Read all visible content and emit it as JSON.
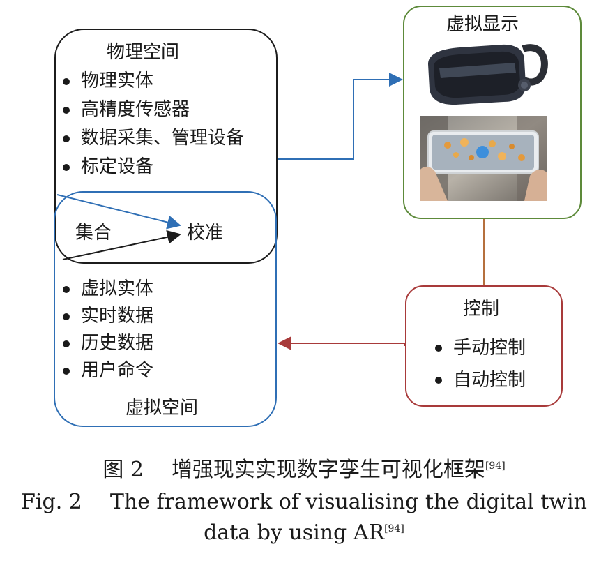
{
  "physical_space": {
    "title": "物理空间",
    "items": [
      "物理实体",
      "高精度传感器",
      "数据采集、管理设备",
      "标定设备"
    ]
  },
  "integration": {
    "left_label": "集合",
    "right_label": "校准"
  },
  "virtual_space": {
    "title": "虚拟空间",
    "items": [
      "虚拟实体",
      "实时数据",
      "历史数据",
      "用户命令"
    ]
  },
  "virtual_display": {
    "title": "虚拟显示",
    "images": [
      "vr-headset",
      "ar-phone-view"
    ]
  },
  "control": {
    "title": "控制",
    "items": [
      "手动控制",
      "自动控制"
    ]
  },
  "caption": {
    "cn_label": "图 2",
    "cn_text": "增强现实实现数字孪生可视化框架",
    "cn_ref": "[94]",
    "en_label": "Fig. 2",
    "en_text_line1": "The framework of visualising the digital twin",
    "en_text_line2": "data by using AR",
    "en_ref": "[94]"
  },
  "colors": {
    "physical_border": "#1c1c1c",
    "virtual_border": "#2f6fb5",
    "display_border": "#5d8a3a",
    "control_border": "#a83a3a",
    "arrow_blue": "#2f6fb5",
    "arrow_orange": "#b5703e",
    "arrow_red": "#a83a3a"
  }
}
